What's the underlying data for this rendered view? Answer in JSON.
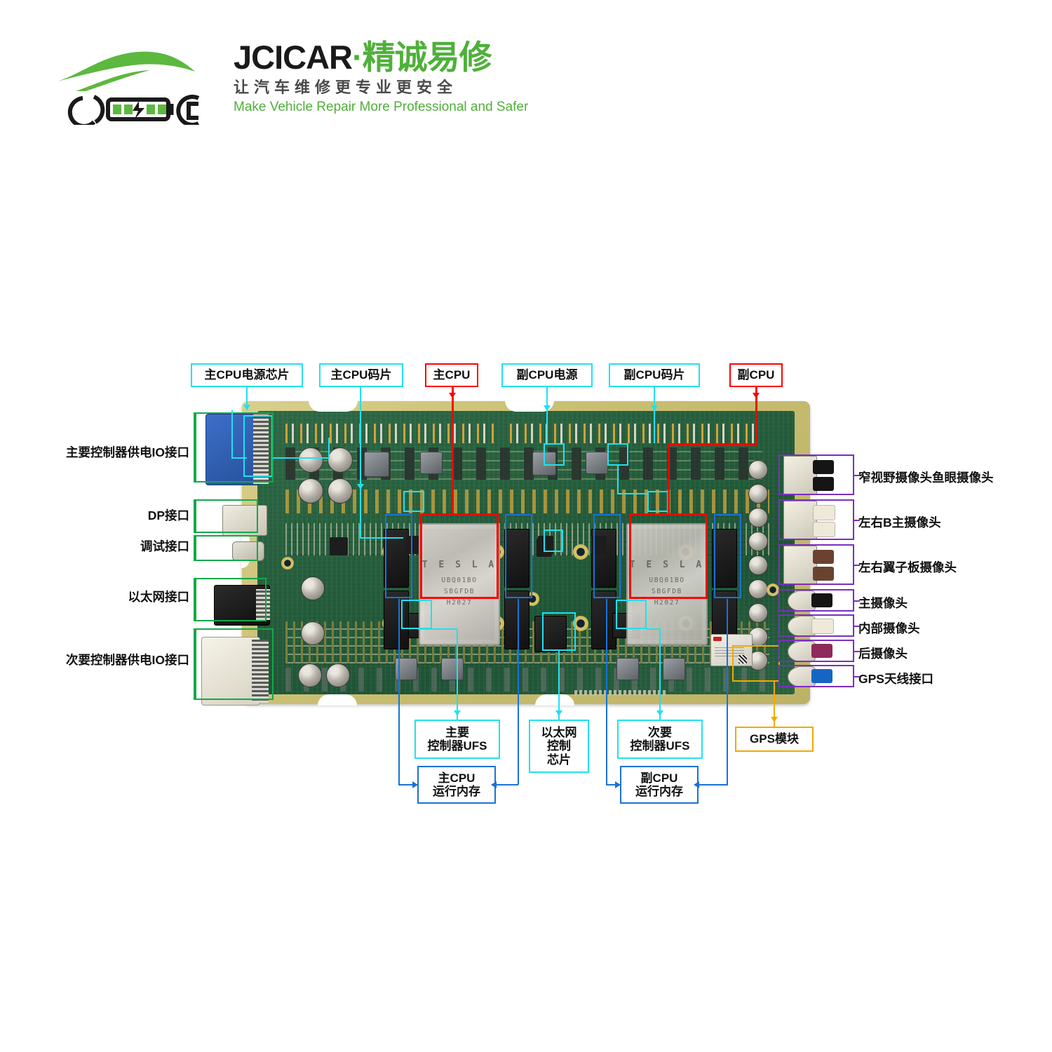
{
  "brand": {
    "name_en": "JCICAR",
    "separator": "·",
    "name_cn": "精诚易修",
    "slogan_cn": "让汽车维修更专业更安全",
    "slogan_en": "Make Vehicle Repair More Professional and Safer",
    "accent_green": "#4fb03a",
    "icon_car": "car-silhouette-icon",
    "icon_group": "repair-battery-wrench-icon"
  },
  "colors": {
    "cyan": "#22e0f0",
    "red": "#ff0000",
    "blue": "#1a72d8",
    "green": "#13a84a",
    "purple": "#7b2fbe",
    "orange": "#f2a900"
  },
  "board": {
    "title": "Tesla FSD / HW3 autopilot computer board",
    "soc_primary": {
      "brand": "T E S L A",
      "line2": "UBQ01BO",
      "line3": "SBGFDB",
      "line4": "H2027"
    },
    "soc_secondary": {
      "brand": "T E S L A",
      "line2": "UBQ01BO",
      "line3": "SBGFDB",
      "line4": "H2027"
    }
  },
  "callouts": {
    "top": [
      {
        "label": "主CPU电源芯片",
        "color": "cyan"
      },
      {
        "label": "主CPU码片",
        "color": "cyan"
      },
      {
        "label": "主CPU",
        "color": "red"
      },
      {
        "label": "副CPU电源",
        "color": "cyan"
      },
      {
        "label": "副CPU码片",
        "color": "cyan"
      },
      {
        "label": "副CPU",
        "color": "red"
      }
    ],
    "left": [
      {
        "label": "主要控制器供电IO接口",
        "color": "green"
      },
      {
        "label": "DP接口",
        "color": "green"
      },
      {
        "label": "调试接口",
        "color": "green"
      },
      {
        "label": "以太网接口",
        "color": "green"
      },
      {
        "label": "次要控制器供电IO接口",
        "color": "green"
      }
    ],
    "right": [
      {
        "label": "窄视野摄像头鱼眼摄像头",
        "color": "purple",
        "connector_color": "#1a1a1a"
      },
      {
        "label": "左右B主摄像头",
        "color": "purple",
        "connector_color": "#efe9d9"
      },
      {
        "label": "左右翼子板摄像头",
        "color": "purple",
        "connector_color": "#6b4230"
      },
      {
        "label": "主摄像头",
        "color": "purple",
        "connector_color": "#1a1a1a"
      },
      {
        "label": "内部摄像头",
        "color": "purple",
        "connector_color": "#efe9d9"
      },
      {
        "label": "后摄像头",
        "color": "purple",
        "connector_color": "#8e2a5c"
      },
      {
        "label": "GPS天线接口",
        "color": "purple",
        "connector_color": "#1566c4"
      }
    ],
    "bottom": [
      {
        "label": "主要\n控制器UFS",
        "color": "cyan"
      },
      {
        "label": "以太网\n控制\n芯片",
        "color": "cyan"
      },
      {
        "label": "次要\n控制器UFS",
        "color": "cyan"
      },
      {
        "label": "GPS模块",
        "color": "orange"
      },
      {
        "label": "主CPU\n运行内存",
        "color": "blue"
      },
      {
        "label": "副CPU\n运行内存",
        "color": "blue"
      }
    ]
  }
}
